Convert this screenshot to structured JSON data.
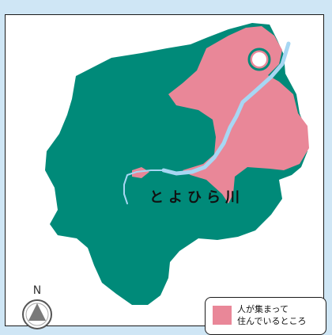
{
  "map": {
    "river_label": "とよひら川",
    "north_label": "N",
    "colors": {
      "background": "#cfe6f5",
      "area": "#008a79",
      "populated": "#e98798",
      "river": "#a7d7f3"
    }
  },
  "legend": {
    "text": "人が集まって\n住んでいるところ"
  }
}
